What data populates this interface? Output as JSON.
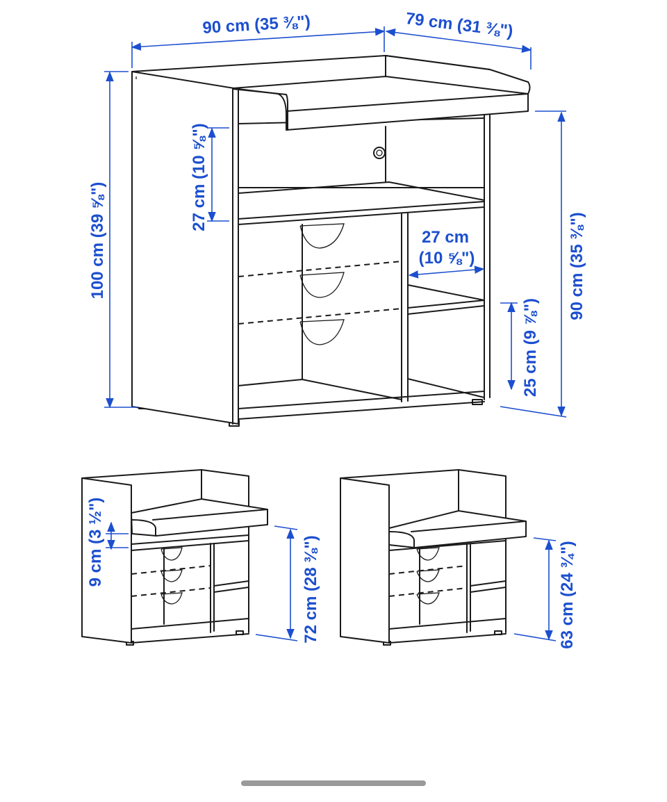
{
  "dimensions": {
    "main_width": "90 cm (35 ⅜\")",
    "main_depth": "79 cm (31 ⅜\")",
    "main_height_total": "100 cm (39 ⅝\")",
    "main_height_top": "90 cm (35 ⅜\")",
    "shelf_spacing": "27 cm (10 ⅝\")",
    "compartment_width_line1": "27 cm",
    "compartment_width_line2": "(10 ⅝\")",
    "lower_compartment": "25 cm (9 ⅞\")",
    "small_left_rail": "9 cm (3 ½\")",
    "small_left_height": "72 cm (28 ⅜\")",
    "small_right_height": "63 cm (24 ¾\")"
  },
  "colors": {
    "dimension": "#1c4fcf",
    "line": "#1a1a1a",
    "home_indicator": "#9a9a9a"
  }
}
